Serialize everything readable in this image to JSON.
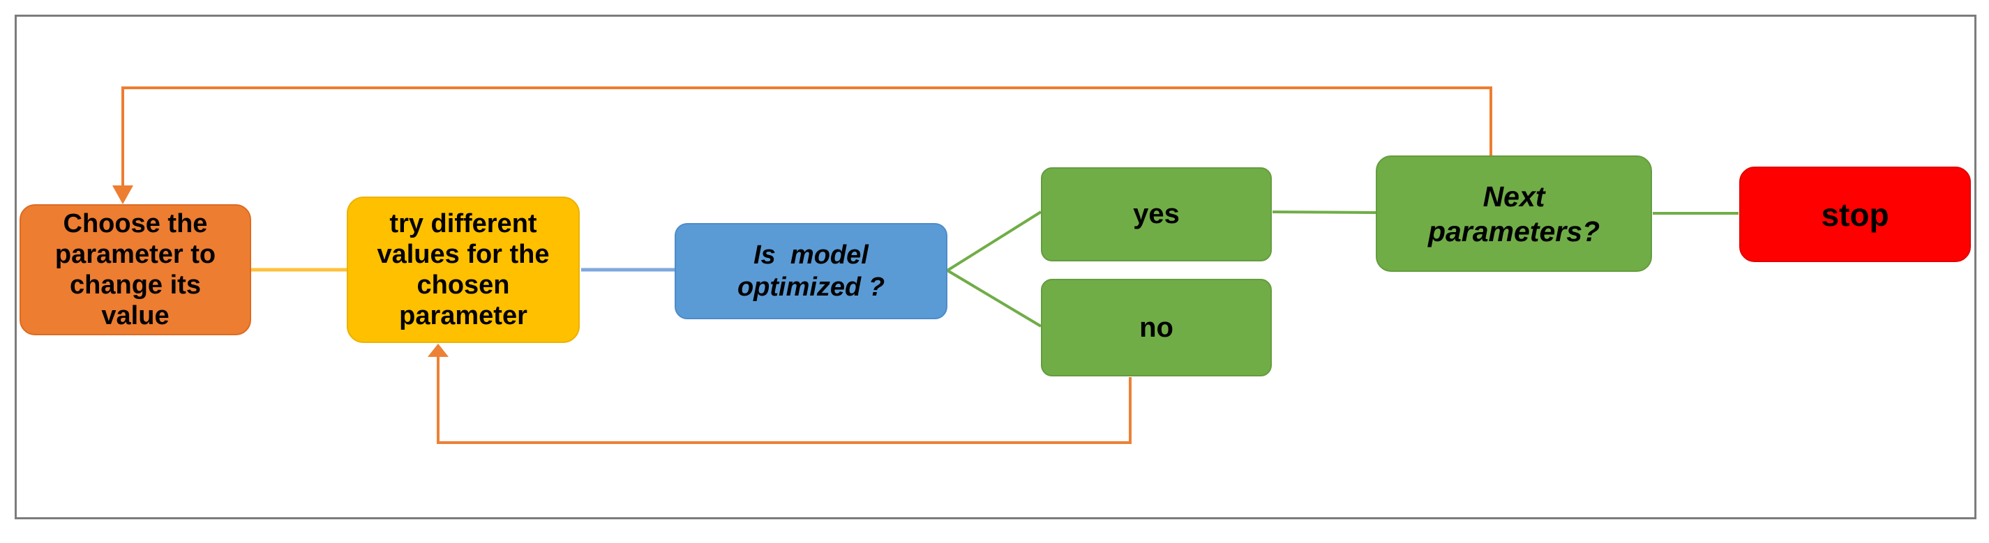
{
  "canvas": {
    "background": "#FFFFFF",
    "frame_color": "#7C7C7C"
  },
  "nodes": {
    "choose_parameter": {
      "label": "Choose the\nparameter to\nchange its\nvalue",
      "fill": "#ED7D31",
      "border": "#DC6B22"
    },
    "try_values": {
      "label": "try different\nvalues for the\nchosen\nparameter",
      "fill": "#FFC000",
      "border": "#EDB100"
    },
    "is_model_optimized": {
      "label": "Is  model\noptimized ?",
      "fill": "#5B9BD5",
      "border": "#4D8BC9"
    },
    "yes": {
      "label": "yes",
      "fill": "#70AD47",
      "border": "#649C3E"
    },
    "no": {
      "label": "no",
      "fill": "#70AD47",
      "border": "#649C3E"
    },
    "next_parameters": {
      "label": "Next\nparameters?",
      "fill": "#70AD47",
      "border": "#649C3E"
    },
    "stop": {
      "label": "stop",
      "fill": "#FF0000",
      "border": "#E30000"
    }
  },
  "connectors": {
    "loop_next_to_choose": {
      "color": "#ED7D31"
    },
    "choose_to_try": {
      "color": "#FFC13D"
    },
    "try_to_optimized": {
      "color": "#7FA8DC"
    },
    "optimized_to_yes": {
      "color": "#70AD47"
    },
    "optimized_to_no": {
      "color": "#70AD47"
    },
    "yes_to_next": {
      "color": "#70AD47"
    },
    "next_to_stop": {
      "color": "#70AD47"
    },
    "loop_no_to_try": {
      "color": "#ED8136"
    }
  },
  "text_color": "#000000"
}
